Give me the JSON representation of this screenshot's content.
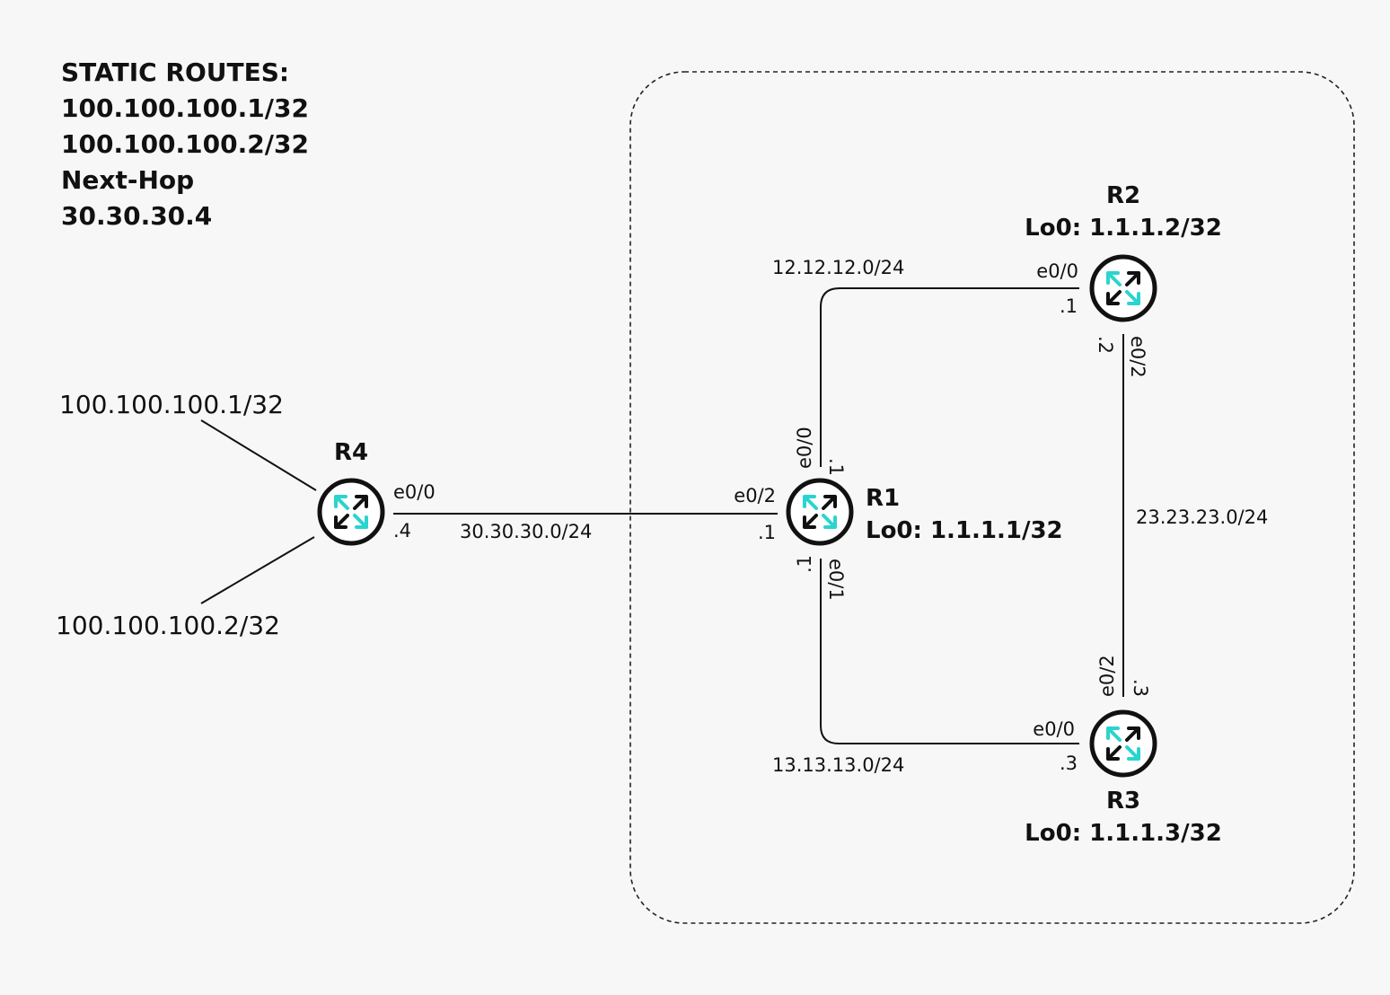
{
  "static_routes": {
    "title": "STATIC ROUTES:",
    "lines": [
      "100.100.100.1/32",
      "100.100.100.2/32",
      "Next-Hop",
      "30.30.30.4"
    ]
  },
  "routers": {
    "r1": {
      "name": "R1",
      "loopback": "Lo0: 1.1.1.1/32"
    },
    "r2": {
      "name": "R2",
      "loopback": "Lo0: 1.1.1.2/32"
    },
    "r3": {
      "name": "R3",
      "loopback": "Lo0: 1.1.1.3/32"
    },
    "r4": {
      "name": "R4"
    }
  },
  "stub_networks": [
    "100.100.100.1/32",
    "100.100.100.2/32"
  ],
  "links": {
    "r4_r1": {
      "subnet": "30.30.30.0/24",
      "r4_if": "e0/0",
      "r4_ip": ".4",
      "r1_if": "e0/2",
      "r1_ip": ".1"
    },
    "r1_r2": {
      "subnet": "12.12.12.0/24",
      "r1_if": "e0/0",
      "r1_ip": ".1",
      "r2_if": "e0/0",
      "r2_ip": ".1"
    },
    "r2_r3": {
      "subnet": "23.23.23.0/24",
      "r2_if": "e0/2",
      "r2_ip": ".2",
      "r3_if": "e0/2",
      "r3_ip": ".3"
    },
    "r1_r3": {
      "subnet": "13.13.13.0/24",
      "r1_if": "e0/1",
      "r1_ip": ".1",
      "r3_if": "e0/0",
      "r3_ip": ".3"
    }
  },
  "colors": {
    "router_arrow_accent": "#2ad4cf",
    "router_arrow_dark": "#111111"
  },
  "icons": {
    "router": "router-icon"
  }
}
